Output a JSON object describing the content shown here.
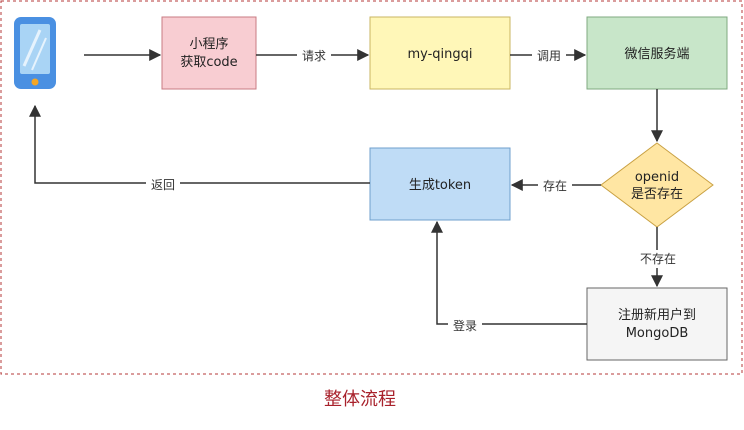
{
  "colors": {
    "border": "#b43a3a",
    "caption": "#a8212b",
    "edge": "#333333",
    "phone_body": "#4a90e2",
    "phone_screen": "#a9d4f5",
    "phone_button": "#f5a623"
  },
  "nodes": {
    "miniprogram": {
      "line1": "小程序",
      "line2": "获取code",
      "fill": "#f8cdd2",
      "stroke": "#c87b83"
    },
    "server": {
      "label": "my-qingqi",
      "fill": "#fff7b8",
      "stroke": "#c9b662"
    },
    "wechat": {
      "label": "微信服务端",
      "fill": "#c8e6c9",
      "stroke": "#7fa980"
    },
    "decision": {
      "line1": "openid",
      "line2": "是否存在",
      "fill": "#ffe6a3",
      "stroke": "#c9a143"
    },
    "token": {
      "label": "生成token",
      "fill": "#bfdcf6",
      "stroke": "#6f9fcc"
    },
    "register": {
      "line1": "注册新用户到",
      "line2": "MongoDB",
      "fill": "#f5f5f5",
      "stroke": "#666666"
    }
  },
  "edges": {
    "request": "请求",
    "call": "调用",
    "exists": "存在",
    "not_exists": "不存在",
    "login": "登录",
    "return": "返回"
  },
  "caption": "整体流程"
}
